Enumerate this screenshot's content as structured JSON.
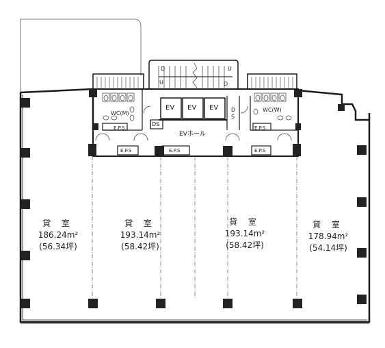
{
  "rooms": [
    {
      "name": "貸 室",
      "area": "186.24m²",
      "tsubo": "(56.34坪)"
    },
    {
      "name": "貸 室",
      "area": "193.14m²",
      "tsubo": "(58.42坪)"
    },
    {
      "name": "貸 室",
      "area": "193.14m²",
      "tsubo": "(58.42坪)"
    },
    {
      "name": "貸 室",
      "area": "178.94m²",
      "tsubo": "(54.14坪)"
    }
  ],
  "core": {
    "ev_hall": "EVホール",
    "ev": [
      "EV",
      "EV",
      "EV"
    ],
    "wc_men": "WC(M)",
    "wc_women": "WC(W)",
    "eps": "E.P.S",
    "ds": "DS",
    "ds_vertical": [
      "D",
      "S"
    ],
    "stair_up": "U",
    "stair_down": "D"
  },
  "colors": {
    "wall": "#1a1a1a",
    "column": "#222222",
    "line": "#333333"
  }
}
